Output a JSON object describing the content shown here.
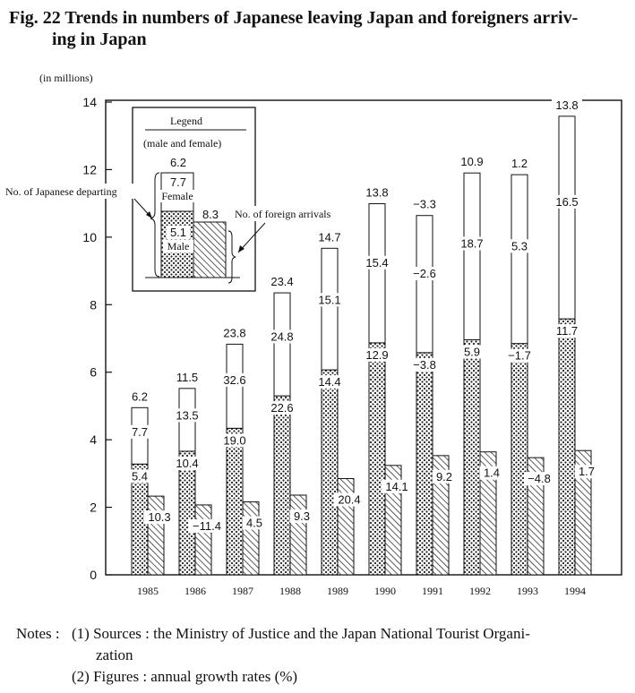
{
  "title_line1": "Fig. 22 Trends in numbers of Japanese leaving Japan and foreigners arriv-",
  "title_line2": "ing in Japan",
  "unit_label": "(in millions)",
  "legend": {
    "title": "Legend",
    "subtitle": "(male and female)",
    "female_label": "Female",
    "male_label": "Male",
    "japanese_label": "No. of Japanese departing",
    "foreign_label": "No. of foreign arrivals",
    "example_total_rate": "6.2",
    "example_female_rate": "7.7",
    "example_male_rate": "5.1",
    "example_foreign_rate": "8.3"
  },
  "notes": {
    "label": "Notes :",
    "line1": "(1) Sources : the Ministry of Justice and the Japan National Tourist Organi-",
    "line1_cont": "zation",
    "line2": "(2) Figures : annual growth rates (%)"
  },
  "colors": {
    "male_fill": "dotted",
    "foreign_fill": "hatched",
    "female_fill": "#ffffff"
  },
  "chart_data": {
    "type": "bar",
    "stacked_series": "Japanese departing (male + female)",
    "categories": [
      "1985",
      "1986",
      "1987",
      "1988",
      "1989",
      "1990",
      "1991",
      "1992",
      "1993",
      "1994"
    ],
    "ylim": [
      0,
      14
    ],
    "yticks": [
      "0",
      "2",
      "4",
      "6",
      "8",
      "10",
      "12",
      "14"
    ],
    "series": [
      {
        "name": "Male",
        "values": [
          3.28,
          3.66,
          4.34,
          5.3,
          6.07,
          6.87,
          6.58,
          6.96,
          6.85,
          7.58
        ],
        "rate_labels": [
          "5.4",
          "10.4",
          "19.0",
          "22.6",
          "14.4",
          "12.9",
          "-3.8",
          "5.9",
          "-1.7",
          "11.7"
        ]
      },
      {
        "name": "Female",
        "values": [
          1.67,
          1.86,
          2.49,
          3.05,
          3.6,
          4.12,
          4.06,
          4.94,
          5.0,
          6.1
        ],
        "rate_labels": [
          "7.7",
          "13.5",
          "32.6",
          "24.8",
          "15.1",
          "15.4",
          "-2.6",
          "18.7",
          "5.3",
          "16.5"
        ]
      },
      {
        "name": "Total Japanese departing",
        "values": [
          4.95,
          5.52,
          6.83,
          8.35,
          9.67,
          10.99,
          10.64,
          11.9,
          11.85,
          13.58
        ],
        "rate_labels": [
          "6.2",
          "11.5",
          "23.8",
          "23.4",
          "14.7",
          "13.8",
          "-3.3",
          "10.9",
          "1.2",
          "13.8"
        ]
      },
      {
        "name": "Foreign arrivals",
        "values": [
          2.33,
          2.07,
          2.16,
          2.36,
          2.85,
          3.24,
          3.53,
          3.64,
          3.47,
          3.68
        ],
        "rate_labels": [
          "10.3",
          "-11.4",
          "4.5",
          "9.3",
          "20.4",
          "14.1",
          "9.2",
          "1.4",
          "-4.8",
          "1.7"
        ]
      }
    ]
  }
}
